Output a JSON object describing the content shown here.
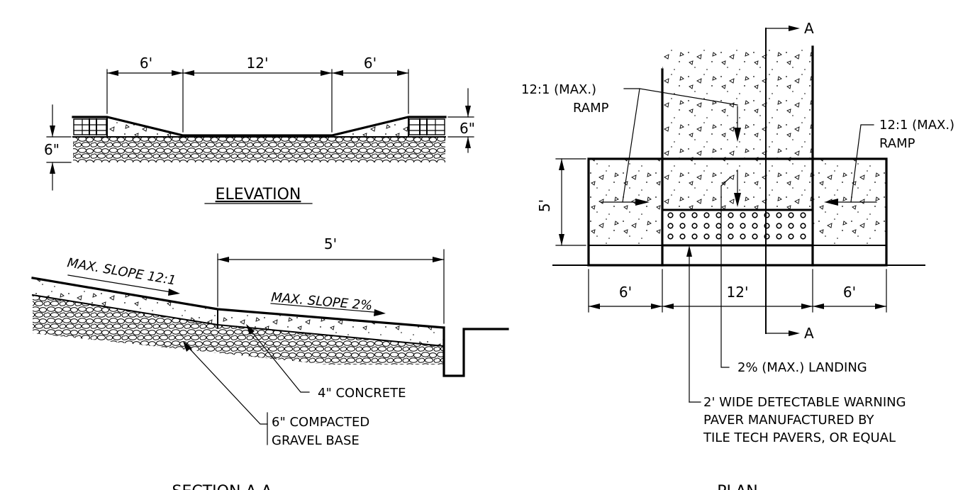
{
  "elevation": {
    "dim_left": "6'",
    "dim_center": "12'",
    "dim_right": "6'",
    "dim_left_depth": "6\"",
    "dim_right_depth": "6\"",
    "title": "ELEVATION"
  },
  "section": {
    "dim_top": "5'",
    "slope_ramp": "MAX. SLOPE 12:1",
    "slope_landing": "MAX. SLOPE 2%",
    "concrete": "4\" CONCRETE",
    "base_line1": "6\" COMPACTED",
    "base_line2": "GRAVEL BASE",
    "title": "SECTION A-A"
  },
  "plan": {
    "section_mark_top": "A",
    "section_mark_bottom": "A",
    "ramp_left_line1": "12:1 (MAX.)",
    "ramp_left_line2": "RAMP",
    "ramp_right_line1": "12:1 (MAX.)",
    "ramp_right_line2": "RAMP",
    "dim_vertical": "5'",
    "dim_left": "6'",
    "dim_center": "12'",
    "dim_right": "6'",
    "landing": "2% (MAX.) LANDING",
    "paver_line1": "2' WIDE DETECTABLE WARNING",
    "paver_line2": "PAVER MANUFACTURED BY",
    "paver_line3": "TILE TECH PAVERS, OR EQUAL",
    "title": "PLAN"
  }
}
